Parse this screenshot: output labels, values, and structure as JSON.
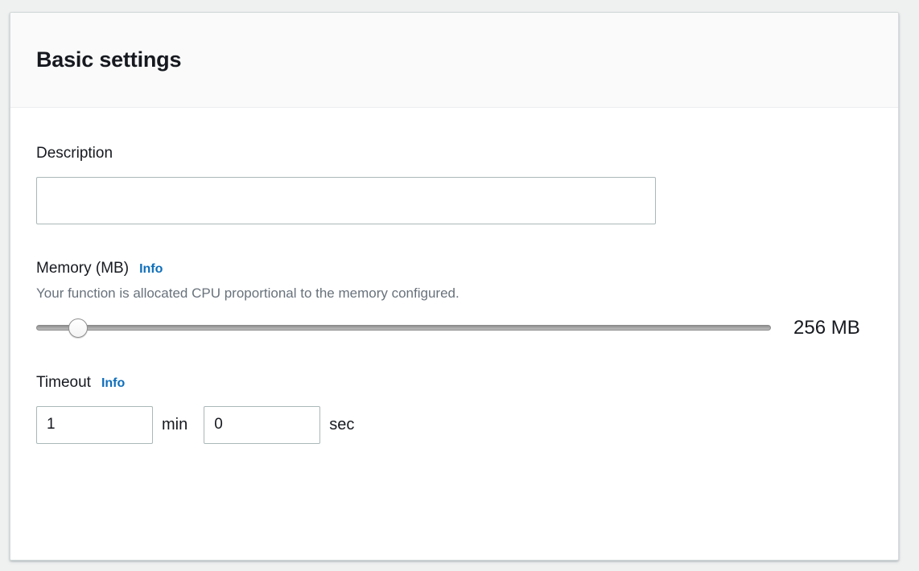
{
  "card": {
    "title": "Basic settings"
  },
  "form": {
    "description": {
      "label": "Description",
      "value": "",
      "placeholder": ""
    },
    "memory": {
      "label": "Memory (MB)",
      "info_label": "Info",
      "hint": "Your function is allocated CPU proportional to the memory configured.",
      "value": "256",
      "value_display": "256 MB",
      "slider_min": "128",
      "slider_max": "3008",
      "slider_step": "64"
    },
    "timeout": {
      "label": "Timeout",
      "info_label": "Info",
      "minutes_value": "1",
      "minutes_unit": "min",
      "seconds_value": "0",
      "seconds_unit": "sec"
    }
  },
  "colors": {
    "accent_link": "#0f6fbb",
    "text_primary": "#16191f",
    "text_secondary": "#68727c",
    "input_border": "#aab7b8",
    "card_border": "#d5dbdb",
    "header_bg": "#fafafa",
    "page_bg": "#eff1f1"
  }
}
